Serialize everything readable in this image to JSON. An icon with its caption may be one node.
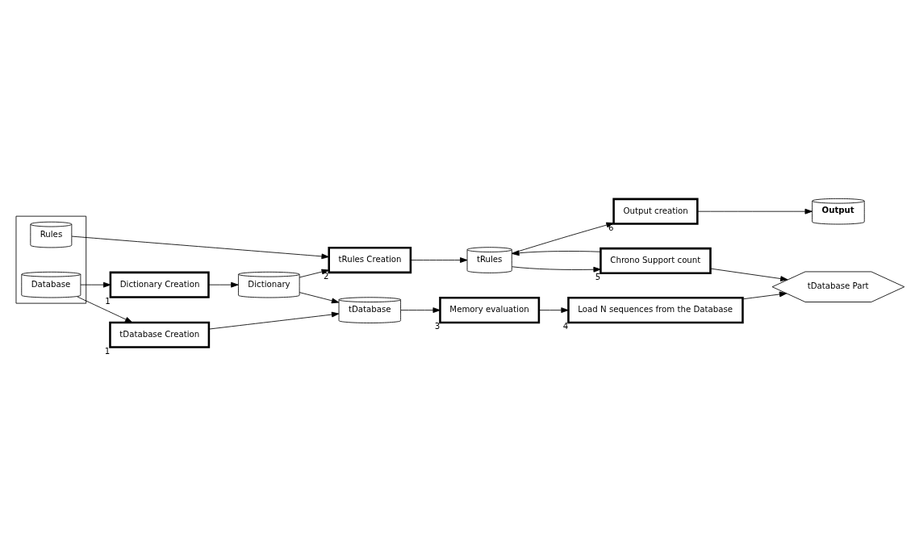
{
  "diagram": {
    "nodes": [
      {
        "text": [],
        "shape": "parallelogram"
      },
      {
        "text": [
          "Rules"
        ],
        "in": 0
      },
      {
        "text": [
          "Database"
        ],
        "in": 0
      },
      {
        "text": [
          "Dictionary Creation"
        ],
        "beside": [
          "1"
        ]
      },
      {
        "text": [
          "Dictionary"
        ]
      },
      {
        "text": [
          "tRules Creation"
        ],
        "beside": [
          "2"
        ]
      },
      {
        "text": [
          "tDatabase Creation"
        ],
        "beside": [
          "1"
        ]
      },
      {
        "text": [
          "tDatabase"
        ]
      },
      {
        "text": [
          "tRules"
        ]
      },
      {
        "text": [
          "Memory evaluation"
        ],
        "beside": [
          "3"
        ]
      },
      {
        "text": [
          "Load N sequences from the Database"
        ],
        "beside": [
          "4"
        ]
      },
      {
        "text": [
          "tDatabase Part"
        ]
      },
      {
        "text": [
          "Chrono Support count"
        ],
        "beside": [
          "5"
        ]
      },
      {
        "text": [
          "Output creation"
        ],
        "beside": [
          "6"
        ]
      },
      {
        "text": [
          "Output"
        ]
      }
    ],
    "edges": [
      {
        "from": 1,
        "to": 5,
        "arrow": "to"
      },
      {
        "from": 2,
        "to": 3,
        "arrow": "to"
      },
      {
        "from": 2,
        "to": 6,
        "arrow": "to"
      },
      {
        "from": 3,
        "to": 4,
        "arrow": "to"
      },
      {
        "from": 4,
        "to": 5,
        "arrow": "to"
      },
      {
        "from": 4,
        "to": 7,
        "arrow": "to"
      },
      {
        "from": 6,
        "to": 7,
        "arrow": "to"
      },
      {
        "from": 5,
        "to": 8,
        "arrow": "to"
      },
      {
        "from": 7,
        "to": 9,
        "arrow": "to"
      },
      {
        "from": 9,
        "to": 10,
        "arrow": "to"
      },
      {
        "from": 10,
        "to": 11,
        "arrow": "to"
      },
      {
        "from": 12,
        "to": 11,
        "arrow": "to"
      },
      {
        "from": 12,
        "to": 8,
        "arrow": "to"
      },
      {
        "from": 8,
        "to": 12,
        "arrow": "to"
      },
      {
        "from": 8,
        "to": 13,
        "arrow": "to"
      },
      {
        "from": 13,
        "to": 14,
        "arrow": "to"
      }
    ]
  }
}
